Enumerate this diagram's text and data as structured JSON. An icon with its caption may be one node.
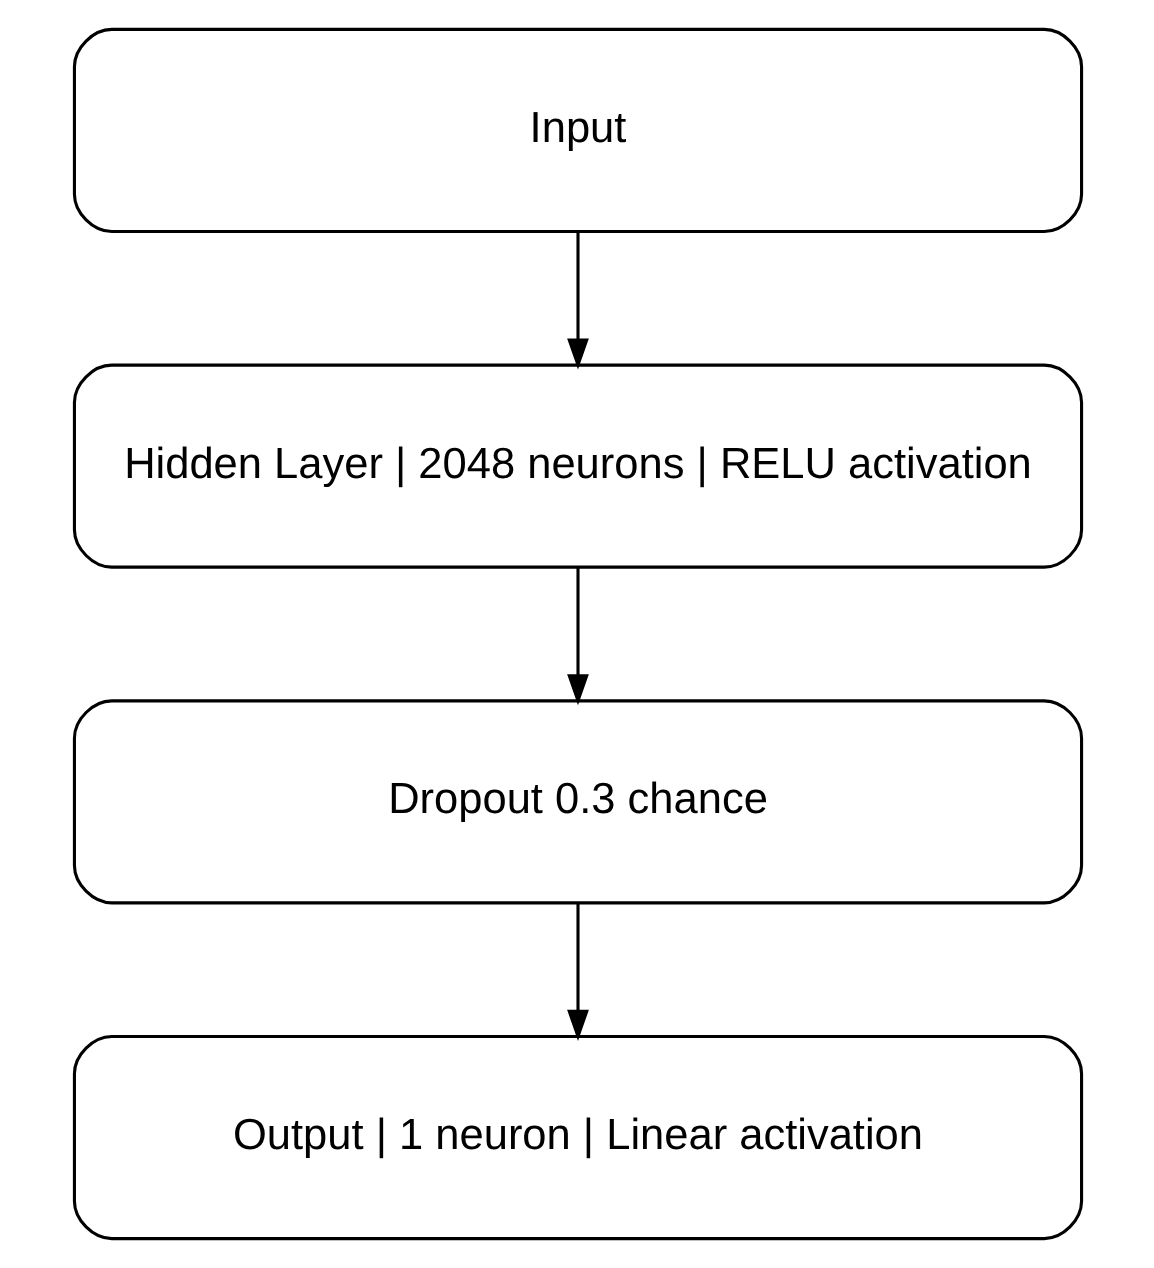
{
  "diagram": {
    "nodes": [
      {
        "text": [
          "Input"
        ]
      },
      {
        "text": [
          "Hidden Layer | 2048 neurons | RELU activation"
        ]
      },
      {
        "text": [
          "Dropout 0.3 chance"
        ]
      },
      {
        "text": [
          "Output | 1 neuron | Linear activation"
        ]
      }
    ],
    "edges": [
      {
        "from": 0,
        "to": 1,
        "arrow": "to"
      },
      {
        "from": 1,
        "to": 2,
        "arrow": "to"
      },
      {
        "from": 2,
        "to": 3,
        "arrow": "to"
      }
    ]
  }
}
